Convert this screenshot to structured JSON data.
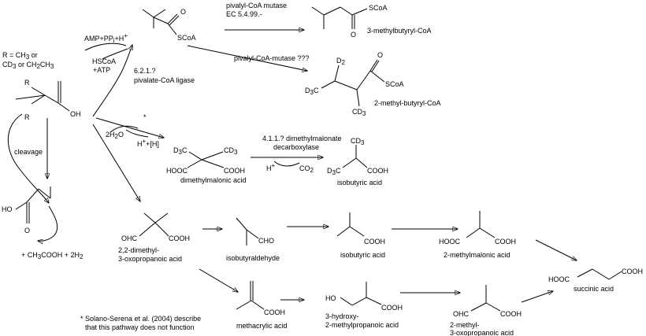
{
  "note_r": {
    "line1": "R = CH",
    "line1b": "3",
    "line1c": " or",
    "line2": "CD",
    "line2b": "3",
    "line2c": " or CH",
    "line2d": "2",
    "line2e": "CH",
    "line2f": "3"
  },
  "atoms": {
    "R": "R",
    "OH": "OH",
    "O": "O",
    "SCoA": "SCoA",
    "HO": "HO",
    "D3C": "D3C",
    "CD3": "CD3",
    "D2": "D2",
    "HOOC": "HOOC",
    "COOH": "COOH",
    "OHC": "OHC",
    "CHO": "CHO"
  },
  "cofactors": {
    "amp": "AMP+PP",
    "amp_sub": "i",
    "amp_plus": "+H",
    "amp_sup": "+",
    "hscoa": "HSCoA",
    "atp": "+ATP",
    "h2o_pre": "2H",
    "h2o_sub": "2",
    "h2o_post": "O",
    "hh": "H",
    "hh_sup": "+",
    "hh_post": "+[H]",
    "star": "*",
    "hplus": "H",
    "hplus_sup": "+",
    "co2": "CO",
    "co2_sub": "2",
    "acetate": "+ CH",
    "acetate_sub": "3",
    "acetate_post": "COOH + 2H",
    "acetate_sub2": "2"
  },
  "enzymes": {
    "mutase_1": "pivalyl-CoA mutase",
    "mutase_ec": "EC 5.4.99.-",
    "mutase_2": "pivalyl-CoA-mutase ???",
    "ligase_ec": "6.2.1.?",
    "ligase": "pivalate-CoA ligase",
    "decarb_1": "4.1.1.? dimethylmalonate",
    "decarb_2": "decarboxylase"
  },
  "compounds": {
    "methylbutyryl": "3-methylbutyryl-CoA",
    "methylbutyryl2": "2-methyl-butyryl-CoA",
    "dimethylmalonic": "dimethylmalonic acid",
    "isobutyric_1": "isobutyric acid",
    "oxopropanoic_1": "2,2-dimethyl-",
    "oxopropanoic_2": "3-oxopropanoic acid",
    "isobutyraldehyde": "isobutyraldehyde",
    "isobutyric_2": "isobutyric acid",
    "methylmalonic": "2-methylmalonic acid",
    "succinic": "succinic acid",
    "methacrylic": "methacrylic acid",
    "hydroxy_1": "3-hydroxy-",
    "hydroxy_2": "2-methylpropanoic acid",
    "methyl_oxo_1": "2-methyl-",
    "methyl_oxo_2": "3-oxopropanoic acid"
  },
  "labels": {
    "cleavage": "cleavage"
  },
  "footnote": {
    "line1": "* Solano-Serena et al. (2004) describe",
    "line2": "that this pathway does not function"
  }
}
